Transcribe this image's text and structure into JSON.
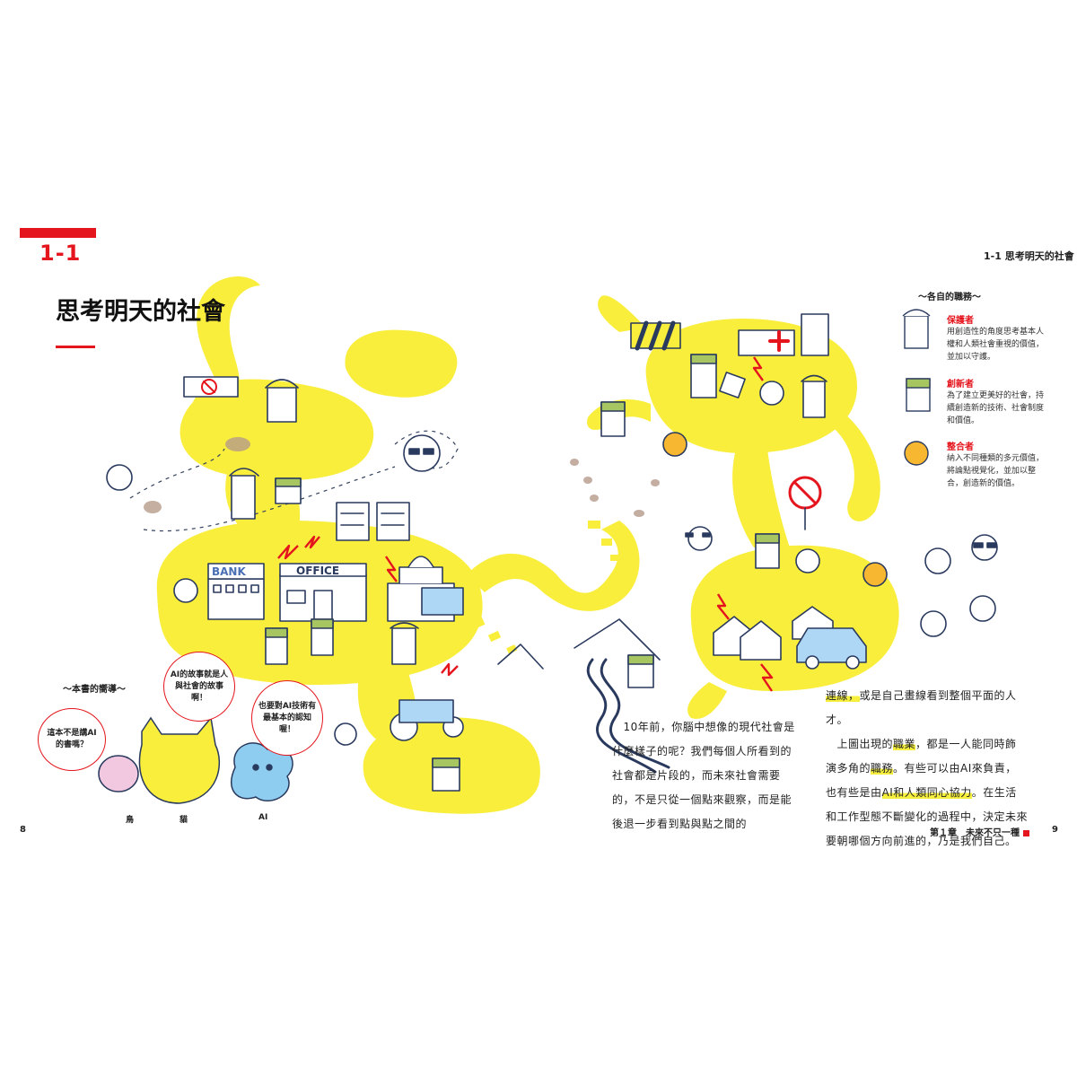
{
  "section": {
    "number": "1-1",
    "title": "思考明天的社會"
  },
  "running_head": "1-1  思考明天的社會",
  "roles": {
    "heading": "～各自的職務～",
    "items": [
      {
        "name": "保護者",
        "desc": "用創造性的角度思考基本人權和人類社會重視的價值，並加以守護。"
      },
      {
        "name": "創新者",
        "desc": "為了建立更美好的社會，持續創造新的技術、社會制度和價值。"
      },
      {
        "name": "整合者",
        "desc": "納入不同種類的多元價值，將論點視覺化，並加以整合，創造新的價值。"
      }
    ]
  },
  "guide": {
    "heading": "～本書的嚮導～",
    "bubbles": [
      "這本不是講AI的書嗎？",
      "AI的故事就是人與社會的故事啊！",
      "也要對AI技術有最基本的認知喔！"
    ],
    "characters": [
      "鳥",
      "貓",
      "AI"
    ]
  },
  "illustration": {
    "bank_sign": "BANK",
    "office_sign": "OFFICE"
  },
  "body": {
    "col1": "　10年前，你腦中想像的現代社會是什麼樣子的呢？我們每個人所看到的社會都是片段的，而未來社會需要的，不是只從一個點來觀察，而是能後退一步看到點與點之間的",
    "col2_p1_a": "連線，",
    "col2_p1_b": "或是自己畫線看到整個平面的人才。",
    "col2_p2_a": "　上圖出現的",
    "col2_p2_hl": "職業",
    "col2_p2_b": "，都是一人能同時飾演多角的",
    "col2_p2_hl2": "職務",
    "col2_p2_c": "。有些可以由AI來負責，也有些是由",
    "col2_p2_hl3": "AI和人類同心協力",
    "col2_p2_d": "。在生活和工作型態不斷變化的過程中，決定未來要朝哪個方向前進的，乃是我們自己。"
  },
  "footer": {
    "left_page": "8",
    "right_page": "9",
    "chapter": "第１章　未來不只一種"
  },
  "colors": {
    "accent": "#e5151d",
    "yellow": "#f9ee3c",
    "ink": "#2a3a5e"
  }
}
